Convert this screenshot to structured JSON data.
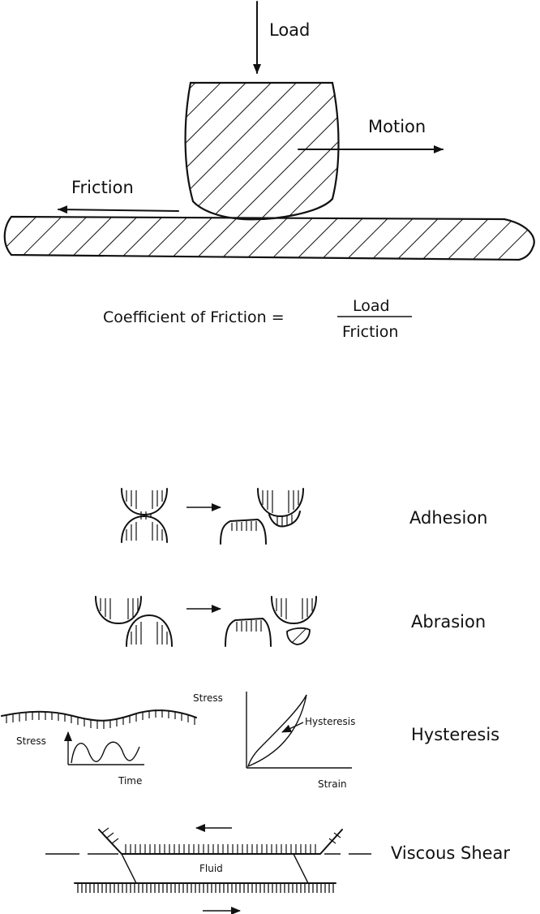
{
  "top_diagram": {
    "load_label": "Load",
    "motion_label": "Motion",
    "friction_label": "Friction"
  },
  "equation": {
    "lhs": "Coefficient of Friction =",
    "numerator": "Load",
    "denominator": "Friction"
  },
  "mechanisms": [
    {
      "label": "Adhesion"
    },
    {
      "label": "Abrasion"
    },
    {
      "label": "Hysteresis"
    },
    {
      "label": "Viscous Shear"
    }
  ],
  "hysteresis_detail": {
    "stress_label_left": "Stress",
    "time_label": "Time",
    "stress_label_plot": "Stress",
    "strain_label": "Strain",
    "loop_label": "Hysteresis"
  },
  "viscous_detail": {
    "fluid_label": "Fluid"
  }
}
